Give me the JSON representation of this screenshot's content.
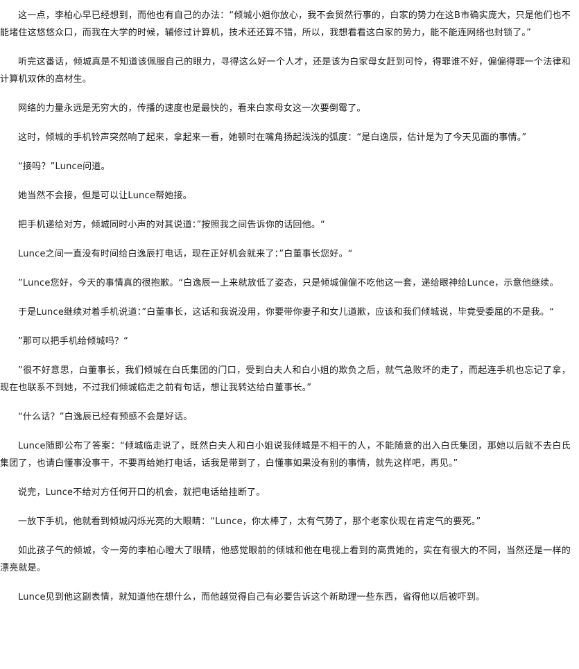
{
  "article": {
    "paragraphs": [
      "这一点，李柏心早已经想到，而他也有自己的办法：“倾城小姐你放心，我不会贸然行事的，白家的势力在这B市确实庞大，只是他们也不能堵住这悠悠众口，而我在大学的时候，辅修过计算机，技术还还算不错，所以，我想看看这白家的势力，能不能连网络也封锁了。”",
      "听完这番话，倾城真是不知道该佩服自己的眼力，寻得这么好一个人才，还是该为白家母女赶到可怜，得罪谁不好，偏偏得罪一个法律和计算机双休的高材生。",
      "网络的力量永远是无穷大的，传播的速度也是最快的，看来白家母女这一次要倒霉了。",
      "这时，倾城的手机铃声突然响了起来，拿起来一看，她顿时在嘴角扬起浅浅的弧度：“是白逸辰，估计是为了今天见面的事情。”",
      "“接吗？”Lunce问道。",
      "她当然不会接，但是可以让Lunce帮她接。",
      "把手机递给对方，倾城同时小声的对其说道：”按照我之间告诉你的话回他。“",
      "Lunce之间一直没有时间给白逸辰打电话，现在正好机会就来了：”白董事长您好。“",
      "”Lunce您好，今天的事情真的很抱歉。“白逸辰一上来就放低了姿态，只是倾城偏偏不吃他这一套，递给眼神给Lunce，示意他继续。",
      "于是Lunce继续对着手机说道：”白董事长，这话和我说没用，你要带你妻子和女儿道歉，应该和我们倾城说，毕竟受委屈的不是我。“",
      "”那可以把手机给倾城吗？“",
      "”很不好意思，白董事长，我们倾城在白氏集团的门口，受到白夫人和白小姐的欺负之后，就气急败坏的走了，而起连手机也忘记了拿，现在也联系不到她，不过我们倾城临走之前有句话，想让我转达给白董事长。”",
      "“什么话？”白逸辰已经有预感不会是好话。",
      "Lunce随即公布了答案：“倾城临走说了，既然白夫人和白小姐说我倾城是不相干的人，不能随意的出入白氏集团，那她以后就不去白氏集团了，也请白懂事没事干，不要再给她打电话，话我是带到了，白懂事如果没有别的事情，就先这样吧，再见。”",
      "说完，Lunce不给对方任何开口的机会，就把电话给挂断了。",
      "一放下手机，他就看到倾城闪烁光亮的大眼睛：“Lunce，你太棒了，太有气势了，那个老家伙现在肯定气的要死。”",
      "如此孩子气的倾城，令一旁的李柏心瞪大了眼睛，他感觉眼前的倾城和他在电视上看到的高贵她的，实在有很大的不同，当然还是一样的漂亮就是。",
      "Lunce见到他这副表情，就知道他在想什么，而他越觉得自己有必要告诉这个新助理一些东西，省得他以后被吓到。"
    ]
  }
}
